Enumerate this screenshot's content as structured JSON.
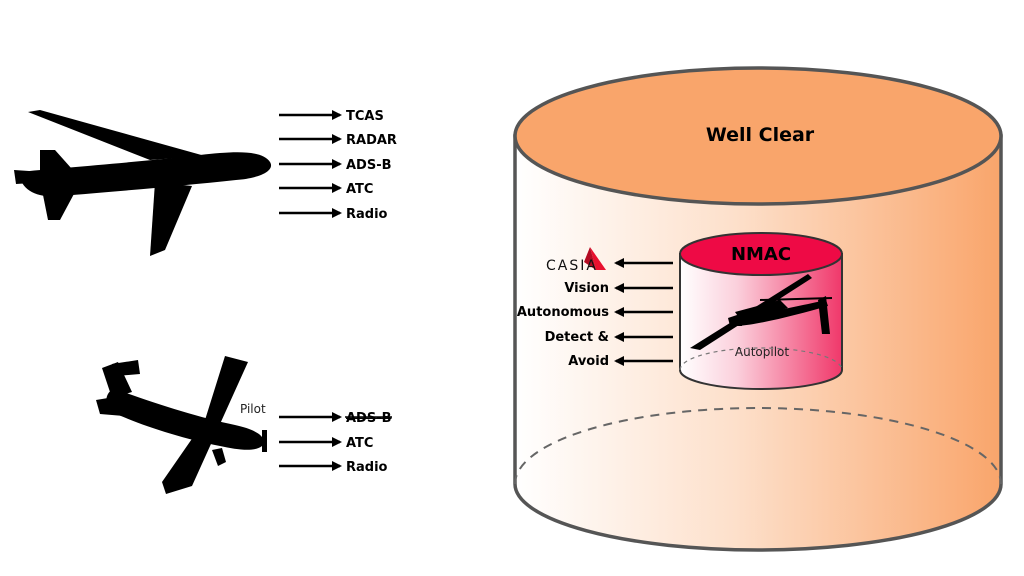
{
  "jet_sensors": [
    "TCAS",
    "RADAR",
    "ADS-B",
    "ATC",
    "Radio"
  ],
  "small_plane": {
    "pilot_label": "Pilot",
    "sensors": [
      "ADS-B",
      "ATC",
      "Radio"
    ],
    "struck_sensor_index": 0
  },
  "well_clear": {
    "label": "Well Clear"
  },
  "nmac": {
    "label": "NMAC",
    "autopilot_label": "Autopilot"
  },
  "uav_sensors": {
    "logo_text": "CASIA",
    "labels": [
      "Vision",
      "Autonomous",
      "Detect &",
      "Avoid"
    ]
  },
  "colors": {
    "well_clear_top": "#f9a56b",
    "well_clear_side": "#f9a56b",
    "nmac_top": "#ee0a45",
    "nmac_side": "#f0386a",
    "outline": "#555555",
    "logo_red": "#e8102e"
  }
}
